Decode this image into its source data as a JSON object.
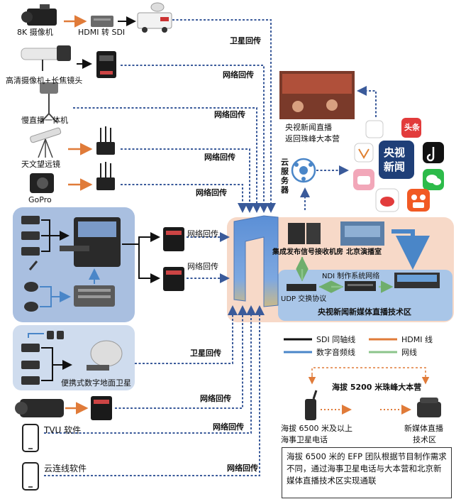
{
  "sources": {
    "cam8k": "8K 摄像机",
    "hdmi_sdi": "HDMI 转 SDI",
    "hd_cam": "高清摄像机+长焦镜头",
    "slow_cam": "慢直播一体机",
    "telescope": "天文望远镜",
    "gopro": "GoPro",
    "portable_sat": "便携式数字地面卫星",
    "tvu_app": "TVU 软件",
    "cloud_app": "云连线软件"
  },
  "links": {
    "satellite_1": "卫星回传",
    "network_1": "网络回传",
    "network_2": "网络回传",
    "network_3": "网络回传",
    "network_4": "网络回传",
    "network_5": "网络回传",
    "network_6": "网络回传",
    "satellite_2": "卫星回传",
    "network_7": "网络回传",
    "network_8": "网络回传",
    "network_9": "网络回传"
  },
  "hub": {
    "cloud_server": "云服务器",
    "cctv_live": "央视新闻直播",
    "cctv_live_sub": "返回珠峰大本营",
    "receiver_room": "集成发布信号接收机房",
    "beijing_studio": "北京演播室",
    "ndi_network": "NDI 制作系统网络",
    "udp": "UDP 交换协议",
    "tech_zone": "央视新闻新媒体直播技术区"
  },
  "apps": {
    "toutiao": "头条",
    "cctv_news_line1": "央视",
    "cctv_news_line2": "新闻"
  },
  "legend": {
    "sdi": "SDI 同轴线",
    "hdmi": "HDMI 线",
    "audio": "数字音频线",
    "network": "网线"
  },
  "comm": {
    "base_camp": "海拔 5200 米珠峰大本营",
    "sat_phone_line1": "海拔 6500 米及以上",
    "sat_phone_line2": "海事卫星电话",
    "new_media_line1": "新媒体直播",
    "new_media_line2": "技术区"
  },
  "note": "海拔 6500 米的 EFP 团队根据节目制作需求不同，通过海事卫星电话与大本营和北京新媒体直播技术区实现通联",
  "colors": {
    "sdi": "#111111",
    "hdmi": "#e07b39",
    "audio": "#4a86c8",
    "network": "#8bc48a",
    "dotted": "#3a5a9a",
    "efp_panel": "#a9bfe0",
    "hub_panel": "#f7d9c8",
    "tech_zone_panel": "#a9c6e8"
  }
}
